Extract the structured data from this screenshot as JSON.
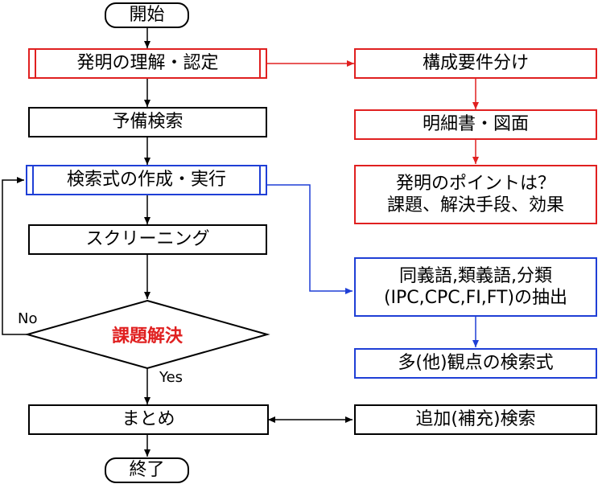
{
  "nodes": {
    "start": "開始",
    "understand": "発明の理解・認定",
    "presearch": "予備検索",
    "formula": "検索式の作成・実行",
    "screening": "スクリーニング",
    "decision": "課題解決",
    "summary": "まとめ",
    "end": "終了",
    "split": "構成要件分け",
    "spec": "明細書・図面",
    "point1": "発明のポイントは？",
    "point2": "課題、解決手段、効果",
    "syn1": "同義語,類義語,分類",
    "syn2": "(IPC,CPC,FI,FT)の抽出",
    "multi": "多(他)観点の検索式",
    "additional": "追加(補充)検索"
  },
  "edge_labels": {
    "no": "No",
    "yes": "Yes"
  },
  "colors": {
    "red": "#e02020",
    "blue": "#1f3fd6",
    "black": "#000000"
  }
}
